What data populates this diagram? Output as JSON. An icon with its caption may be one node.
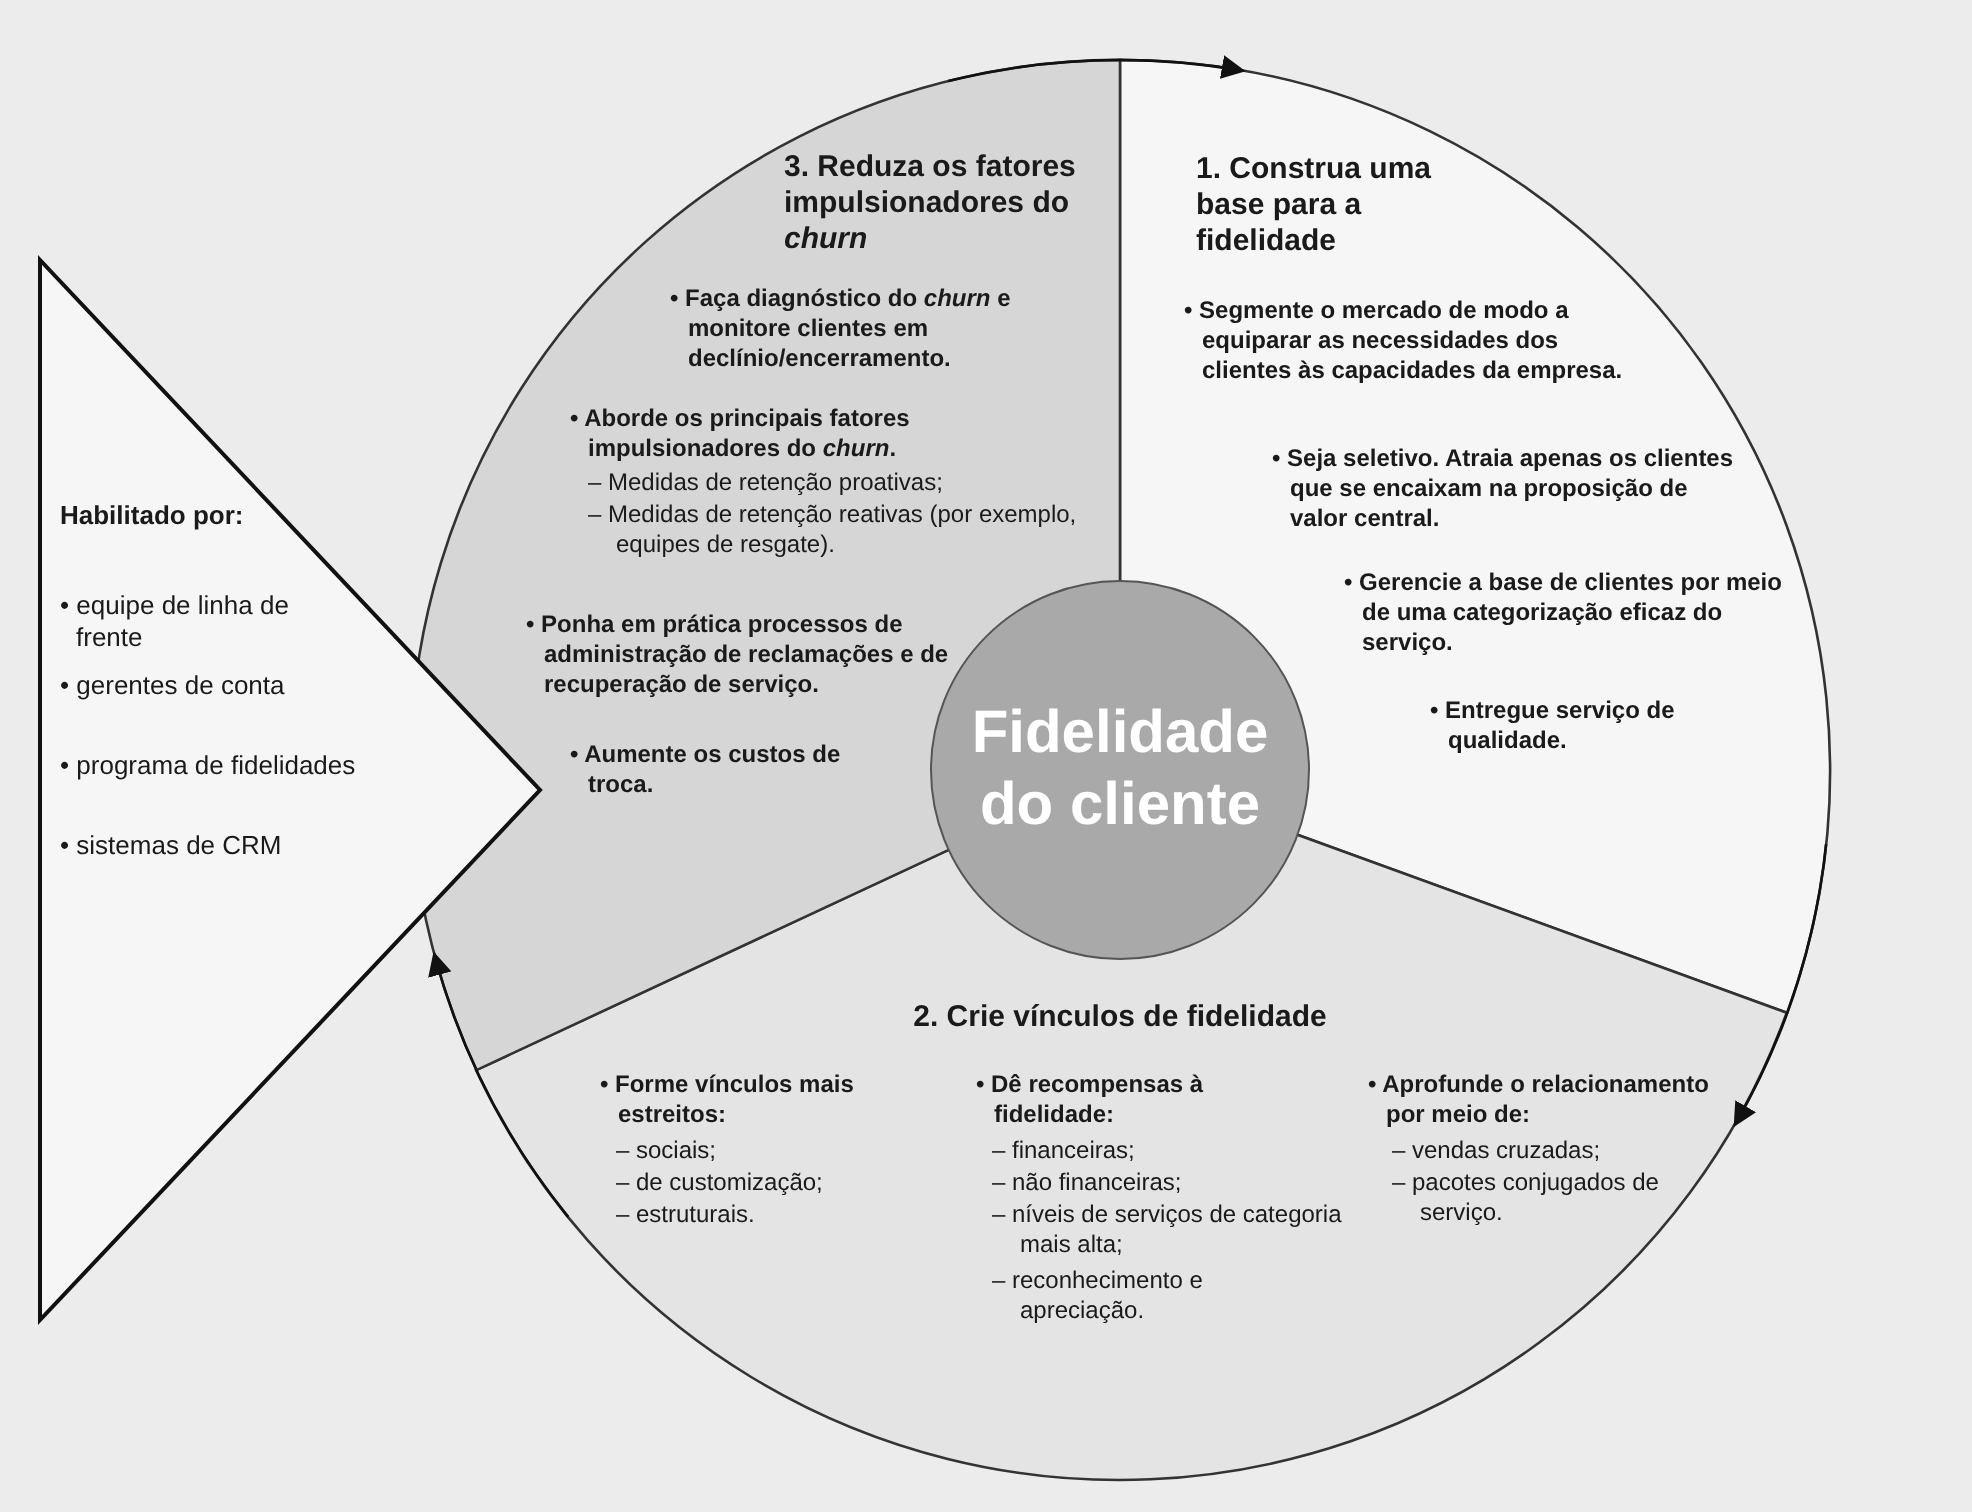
{
  "diagram": {
    "nodes": [
      {
        "text": [
          "1. Construa uma base para a fidelidade",
          "• Segmente o mercado de modo a equiparar as necessidades dos clientes às capacidades da empresa.",
          "• Seja seletivo. Atraia apenas os clientes que se encaixam na proposição de valor central.",
          "• Gerencie a base de clientes por meio de uma categorização eficaz do serviço.",
          "• Entregue serviço de qualidade."
        ]
      },
      {
        "text": [
          "2. Crie vínculos de fidelidade",
          "• Forme vínculos mais estreitos:",
          "– sociais;",
          "– de customização;",
          "– estruturais.",
          "• Dê recompensas à fidelidade:",
          "– financeiras;",
          "– não financeiras;",
          "– níveis de serviços de categoria mais alta;",
          "– reconhecimento e apreciação.",
          "• Aprofunde o relacionamento por meio de:",
          "– vendas cruzadas;",
          "– pacotes conjugados de serviço."
        ]
      },
      {
        "text": [
          "3. Reduza os fatores impulsionadores do *churn*",
          "• Faça diagnóstico do *churn* e monitore clientes em declínio/encerramento.",
          "• Aborde os principais fatores impulsionadores do *churn*.",
          "– Medidas de retenção proativas;",
          "– Medidas de retenção reativas (por exemplo, equipes de resgate).",
          "• Ponha em prática processos de administração de reclamações e de recuperação de serviço.",
          "• Aumente os custos de troca."
        ]
      },
      {
        "text": [
          "Fidelidade do cliente"
        ]
      },
      {
        "text": [
          "Habilitado por:",
          "• equipe de linha de frente",
          "• gerentes de conta",
          "• programa de fidelidades",
          "• sistemas de CRM"
        ]
      }
    ],
    "edges": [
      {
        "from": 0,
        "to": 1,
        "arrow": "to"
      },
      {
        "from": 1,
        "to": 2,
        "arrow": "to"
      },
      {
        "from": 2,
        "to": 0,
        "arrow": "to"
      }
    ]
  }
}
